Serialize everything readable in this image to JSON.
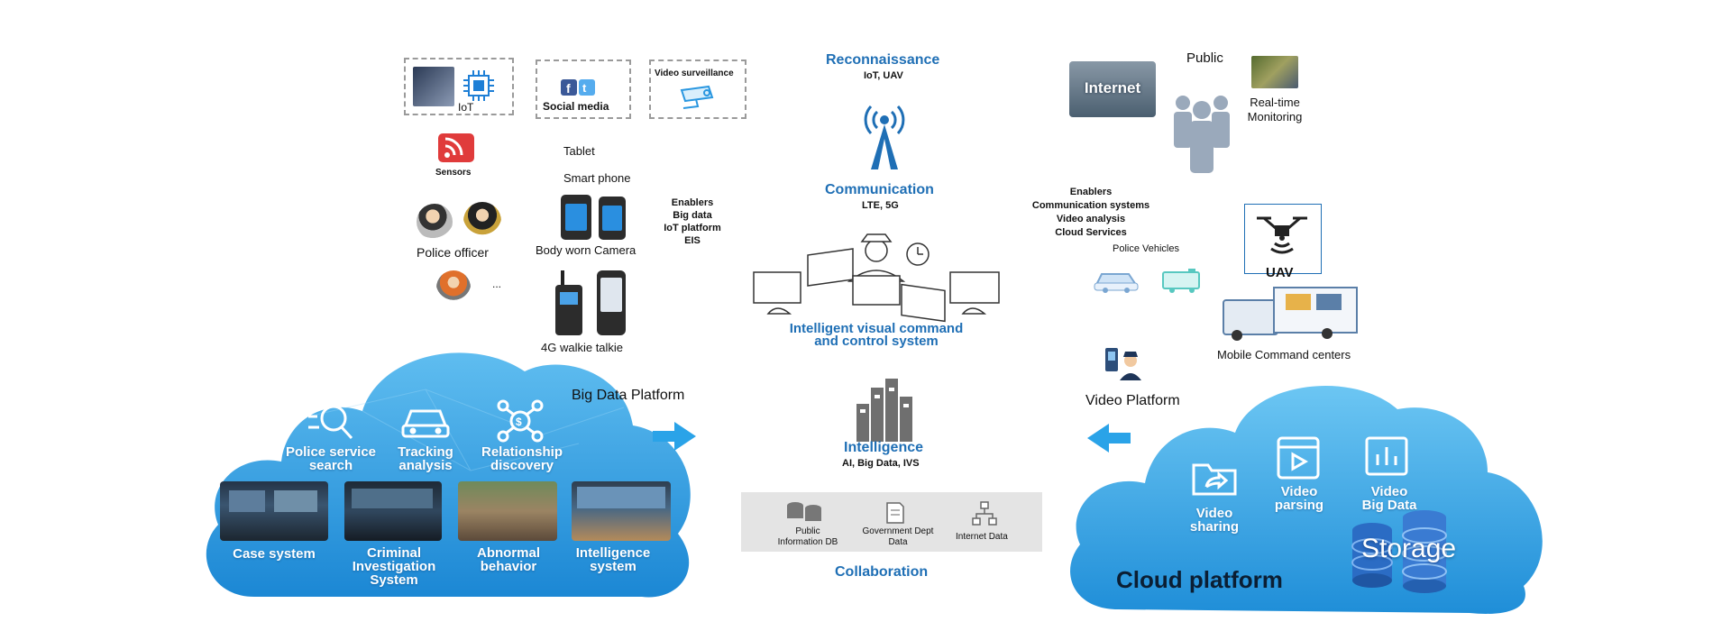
{
  "left": {
    "iot": "IoT",
    "social_media": "Social media",
    "video_surveillance": "Video surveillance",
    "sensors": "Sensors",
    "police_officer": "Police officer",
    "ellipsis": "...",
    "tablet": "Tablet",
    "smart_phone": "Smart phone",
    "body_worn_camera": "Body worn Camera",
    "walkie_talkie": "4G walkie talkie",
    "enablers": [
      "Enablers",
      "Big data",
      "IoT platform",
      "EIS"
    ],
    "big_data_platform": "Big Data Platform"
  },
  "left_cloud": {
    "services": [
      {
        "label": "Police service search",
        "icon": "search-list-icon"
      },
      {
        "label": "Tracking analysis",
        "icon": "car-icon"
      },
      {
        "label": "Relationship discovery",
        "icon": "network-icon"
      }
    ],
    "systems": [
      {
        "label": "Case system"
      },
      {
        "label": "Criminal Investigation System"
      },
      {
        "label": "Abnormal behavior"
      },
      {
        "label": "Intelligence system"
      }
    ]
  },
  "center": {
    "reconnaissance": "Reconnaissance",
    "reconnaissance_sub": "IoT, UAV",
    "communication": "Communication",
    "communication_sub": "LTE, 5G",
    "command_system": [
      "Intelligent visual command",
      "and control system"
    ],
    "intelligence": "Intelligence",
    "intelligence_sub": "AI, Big Data, IVS",
    "collaboration_items": [
      "Public Information DB",
      "Government Dept Data",
      "Internet Data"
    ],
    "collaboration": "Collaboration"
  },
  "right": {
    "internet": "Internet",
    "public": "Public",
    "real_time_monitoring": [
      "Real-time",
      "Monitoring"
    ],
    "enablers": [
      "Enablers",
      "Communication systems",
      "Video analysis",
      "Cloud Services"
    ],
    "police_vehicles": "Police Vehicles",
    "uav": "UAV",
    "mobile_command_centers": "Mobile Command centers",
    "video_platform": "Video Platform"
  },
  "right_cloud": {
    "video_sharing": [
      "Video",
      "sharing"
    ],
    "video_parsing": [
      "Video",
      "parsing"
    ],
    "video_big_data": [
      "Video",
      "Big Data"
    ],
    "storage": "Storage",
    "cloud_platform": "Cloud platform"
  },
  "colors": {
    "accent_blue": "#1f6fb5",
    "cloud_light": "#64c0f0",
    "cloud_dark": "#1d8fd8",
    "arrow": "#2aa3e8"
  }
}
